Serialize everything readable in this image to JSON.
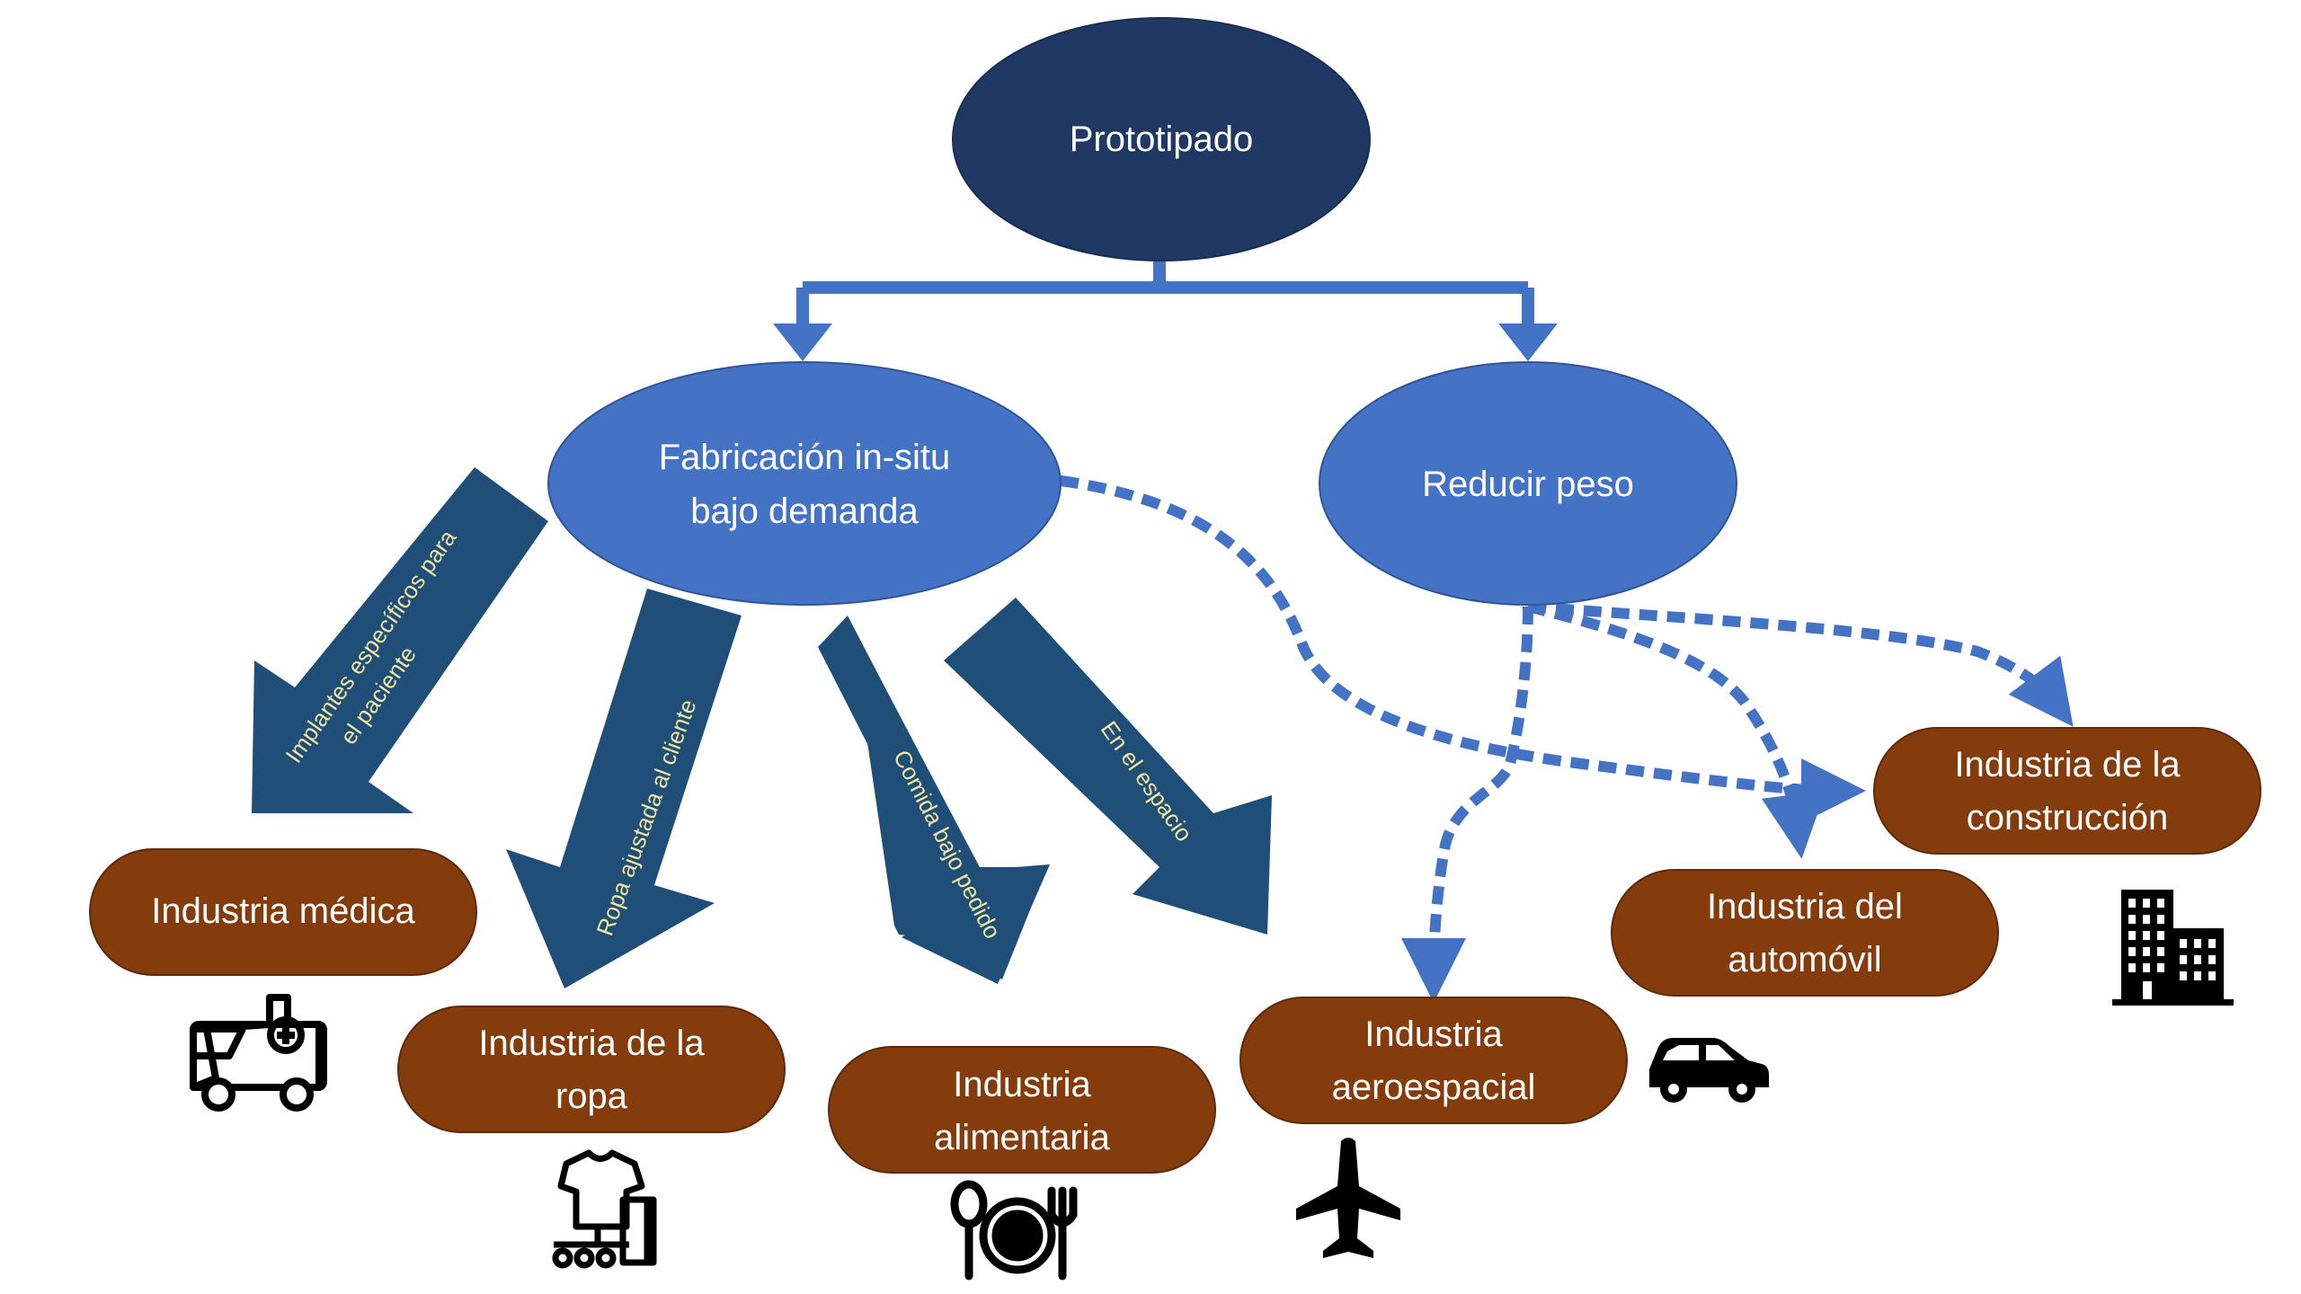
{
  "colors": {
    "root_fill": "#203864",
    "mid_fill": "#4472c4",
    "leaf_fill": "#843c0c",
    "arrow_blue": "#4472c4",
    "big_arrow": "#1f4e79",
    "label_yellow": "#f2e6a0",
    "text_white": "#ffffff",
    "icon": "#000000"
  },
  "nodes": {
    "root": {
      "text": "Prototipado"
    },
    "fab": {
      "line1": "Fabricación in-situ",
      "line2": "bajo demanda"
    },
    "peso": {
      "text": "Reducir peso"
    },
    "medica": {
      "text": "Industria médica"
    },
    "ropa": {
      "line1": "Industria de la",
      "line2": "ropa"
    },
    "alim": {
      "line1": "Industria",
      "line2": "alimentaria"
    },
    "aero": {
      "line1": "Industria",
      "line2": "aeroespacial"
    },
    "auto": {
      "line1": "Industria del",
      "line2": "automóvil"
    },
    "constr": {
      "line1": "Industria de la",
      "line2": "construcción"
    }
  },
  "arrow_labels": {
    "implantes": {
      "line1": "Implantes específicos para",
      "line2": "el paciente"
    },
    "ropa": "Ropa ajustada al cliente",
    "comida": "Comida bajo pedido",
    "espacio": "En el espacio"
  },
  "icons": {
    "medica": "ambulance-icon",
    "ropa": "clothing-rack-icon",
    "alim": "cutlery-plate-icon",
    "aero": "airplane-icon",
    "auto": "car-icon",
    "constr": "building-icon"
  }
}
